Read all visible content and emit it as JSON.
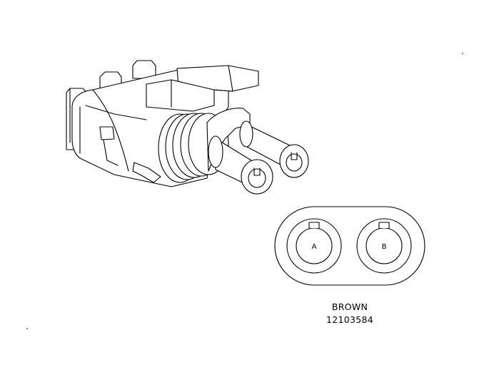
{
  "connector": {
    "color_name": "BROWN",
    "part_number": "12103584",
    "pins": [
      {
        "label": "A"
      },
      {
        "label": "B"
      }
    ]
  },
  "colors": {
    "line": "#000000",
    "background": "#ffffff"
  }
}
